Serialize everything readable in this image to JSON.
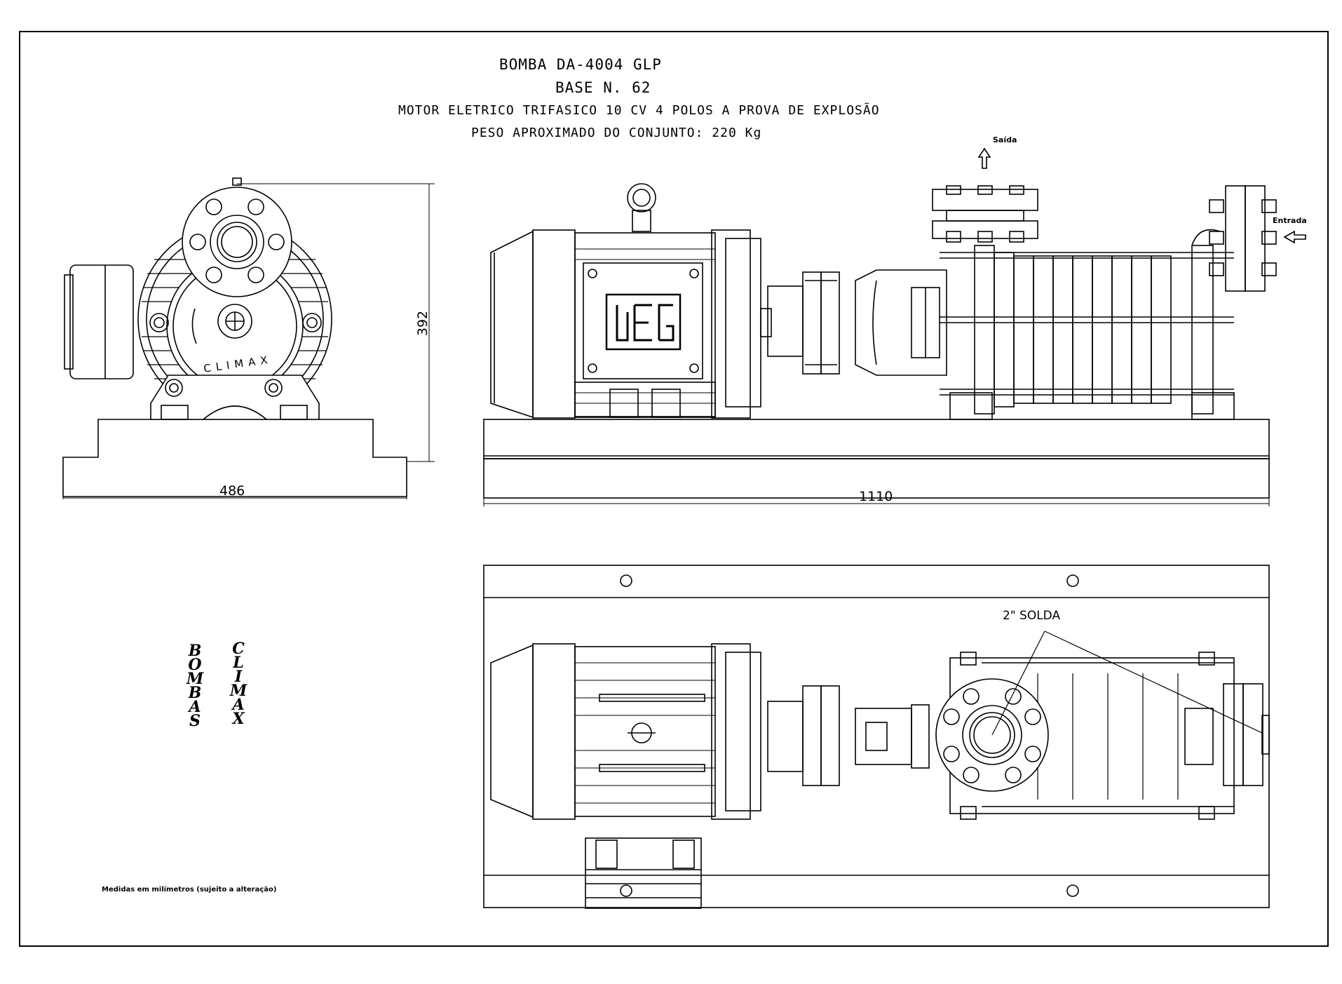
{
  "header": {
    "line1": "BOMBA DA-4004 GLP",
    "line2": "BASE N. 62",
    "line3": "MOTOR ELETRICO TRIFASICO 10 CV 4 POLOS A PROVA DE EXPLOSÃO",
    "line4": "PESO APROXIMADO DO CONJUNTO:  220 Kg"
  },
  "dimensions": {
    "front_width": "486",
    "front_height": "392",
    "side_length": "1110"
  },
  "labels": {
    "saida": "Saída",
    "entrada": "Entrada",
    "solda_2in": "2\" SOLDA",
    "plate_brand": "CLIMAX",
    "motor_brand": "WEG",
    "note": "Medidas em milímetros (sujeito a alteração)"
  },
  "brand_vertical": {
    "word1": [
      "B",
      "O",
      "M",
      "B",
      "A",
      "S"
    ],
    "word2": [
      "C",
      "L",
      "I",
      "M",
      "A",
      "X"
    ]
  }
}
